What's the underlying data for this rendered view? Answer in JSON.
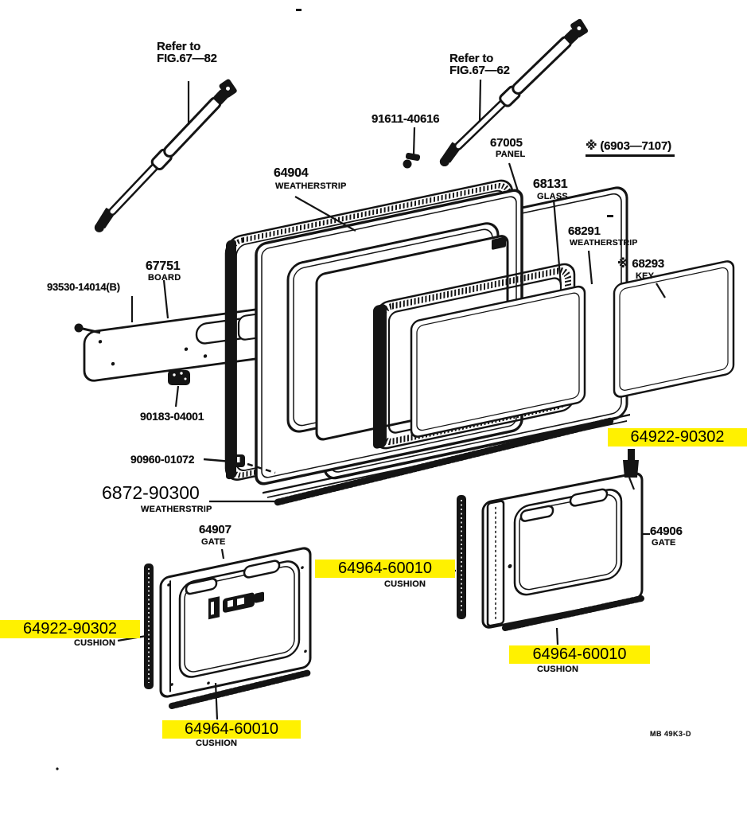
{
  "page": {
    "footer_code": "MB 49K3-D"
  },
  "colors": {
    "highlight": "#fff100",
    "ink": "#141414",
    "background": "#ffffff"
  },
  "labels": {
    "refer_left": {
      "line1": "Refer to",
      "line2": "FIG.67—82"
    },
    "refer_right": {
      "line1": "Refer to",
      "line2": "FIG.67—62"
    },
    "stud": {
      "part": "91611-40616"
    },
    "production_note": {
      "text": "※ (6903—7107)"
    },
    "weatherstrip_top": {
      "part": "64904",
      "caption": "WEATHERSTRIP"
    },
    "back_panel": {
      "part": "67005",
      "caption": "PANEL"
    },
    "glass": {
      "part": "68131",
      "caption": "GLASS"
    },
    "weatherstrip_window": {
      "part": "68291",
      "caption": "WEATHERSTRIP"
    },
    "key_glass": {
      "part": "※ 68293",
      "caption": "KEY"
    },
    "board": {
      "part": "67751",
      "caption": "BOARD"
    },
    "screw": {
      "part": "93530-14014(B)"
    },
    "clip": {
      "part": "90183-04001"
    },
    "grommet": {
      "part": "90960-01072"
    },
    "weatherstrip_bottom": {
      "part": "6872-90300",
      "caption": "WEATHERSTRIP"
    },
    "gate_left": {
      "part": "64907",
      "caption": "GATE"
    },
    "gate_right": {
      "part": "64906",
      "caption": "GATE"
    },
    "cushion_left_vertical": {
      "part": "64922-90302",
      "caption": "CUSHION",
      "highlighted": true
    },
    "cushion_left_bottom": {
      "part": "64964-60010",
      "caption": "CUSHION",
      "highlighted": true
    },
    "cushion_mid_vertical": {
      "part": "64964-60010",
      "caption": "CUSHION",
      "highlighted": true
    },
    "cushion_right_top": {
      "part": "64922-90302",
      "highlighted": true
    },
    "cushion_right_bottom": {
      "part": "64964-60010",
      "caption": "CUSHION",
      "highlighted": true
    }
  }
}
